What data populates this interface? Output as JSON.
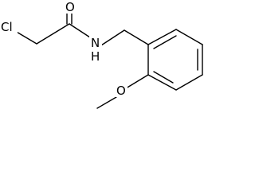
{
  "molecule": {
    "atoms": {
      "chlorine": "Cl",
      "carbonyl_oxygen": "O",
      "amide_nitrogen": "N",
      "amide_hydrogen": "H",
      "methoxy_oxygen": "O"
    }
  },
  "colors": {
    "bond": "#000000",
    "label": "#000000",
    "background": "#ffffff"
  }
}
